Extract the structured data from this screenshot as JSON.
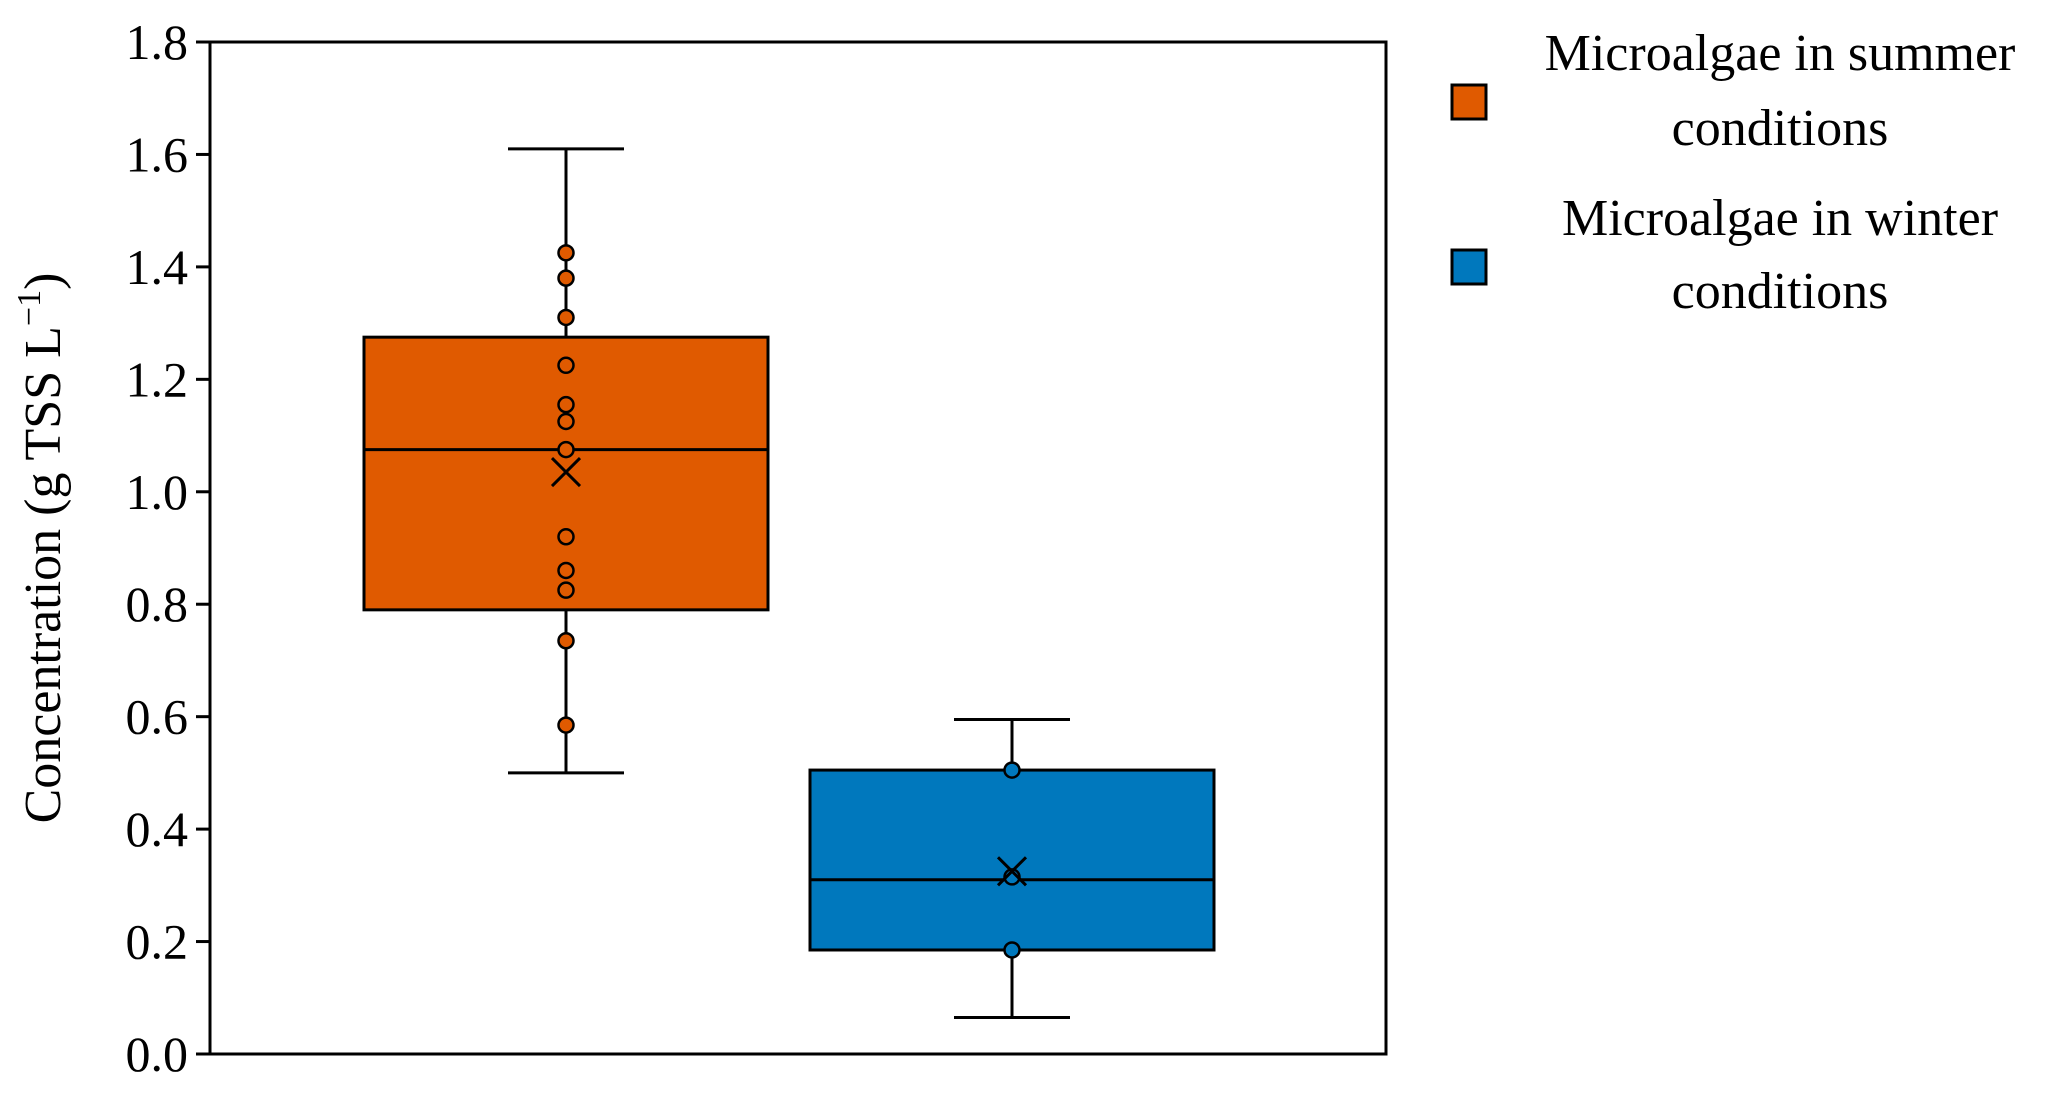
{
  "chart_data": {
    "type": "box",
    "title": "",
    "xlabel": "",
    "ylabel": {
      "main": "Concentration (g TSS L",
      "superscript": "−1",
      "close": ")"
    },
    "ylim": [
      0,
      1.8
    ],
    "yticks": [
      "0.0",
      "0.2",
      "0.4",
      "0.6",
      "0.8",
      "1.0",
      "1.2",
      "1.4",
      "1.6",
      "1.8"
    ],
    "ytick_values": [
      0,
      0.2,
      0.4,
      0.6,
      0.8,
      1.0,
      1.2,
      1.4,
      1.6,
      1.8
    ],
    "grid": false,
    "legend_position": "right",
    "series": [
      {
        "name_lines": [
          "Microalgae in summer",
          "conditions"
        ],
        "color": "#E05A00",
        "whisker_low": 0.5,
        "q1": 0.79,
        "median": 1.075,
        "q3": 1.275,
        "whisker_high": 1.61,
        "mean": 1.035,
        "points": [
          0.585,
          0.735,
          0.825,
          0.86,
          0.92,
          1.075,
          1.125,
          1.155,
          1.225,
          1.31,
          1.38,
          1.425
        ]
      },
      {
        "name_lines": [
          "Microalgae in winter",
          "conditions"
        ],
        "color": "#0078BD",
        "whisker_low": 0.065,
        "q1": 0.185,
        "median": 0.31,
        "q3": 0.505,
        "whisker_high": 0.595,
        "mean": 0.325,
        "points": [
          0.185,
          0.315,
          0.505
        ]
      }
    ]
  }
}
